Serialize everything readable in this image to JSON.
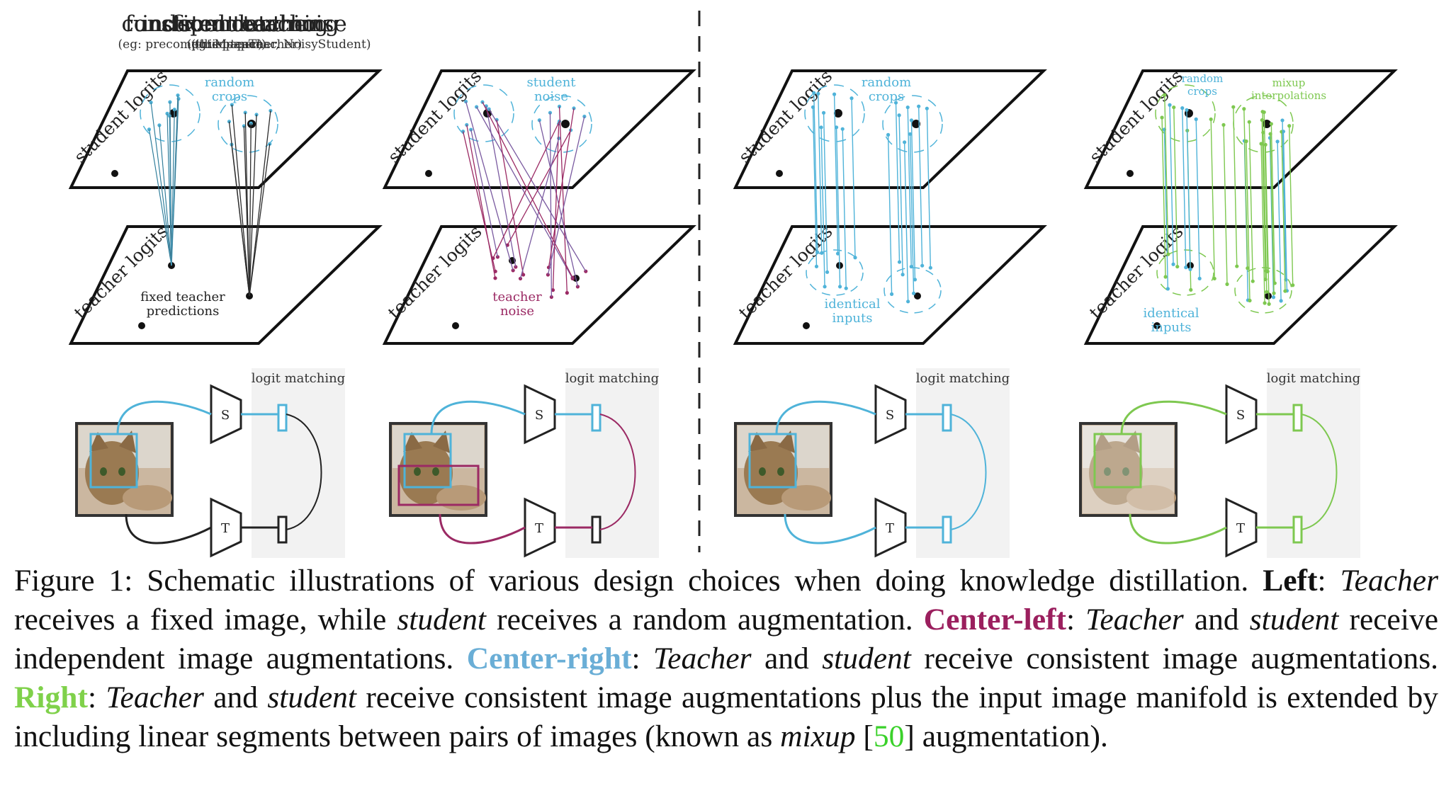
{
  "panels": [
    {
      "title": "fixed teacher",
      "subtitle": "(eg: precomputed teacher, NoisyStudent)",
      "student_axis": "student logits",
      "teacher_axis": "teacher logits",
      "student_note": "random\ncrops",
      "teacher_note": "fixed teacher\npredictions",
      "net_s": "S",
      "net_t": "T",
      "logit_label": "logit matching"
    },
    {
      "title": "independent noise",
      "subtitle": "(eg: MeanTeacher)",
      "student_axis": "student logits",
      "teacher_axis": "teacher logits",
      "student_note": "student\nnoise",
      "teacher_note": "teacher\nnoise",
      "net_s": "S",
      "net_t": "T",
      "logit_label": "logit matching"
    },
    {
      "title": "consistent teaching",
      "subtitle": "(this paper)",
      "student_axis": "student logits",
      "teacher_axis": "teacher logits",
      "student_note": "random\ncrops",
      "teacher_note": "identical\ninputs",
      "net_s": "S",
      "net_t": "T",
      "logit_label": "logit matching"
    },
    {
      "title": "function matching",
      "subtitle": "(this paper)",
      "student_axis": "student logits",
      "teacher_axis": "teacher logits",
      "student_note": "random\ncrops",
      "student_note2": "mixup\ninterpolations",
      "teacher_note": "identical\ninputs",
      "net_s": "S",
      "net_t": "T",
      "logit_label": "logit matching"
    }
  ],
  "colors": {
    "blue": "#4fb3d9",
    "purple": "#9b2a64",
    "green": "#7ec850",
    "black": "#111111",
    "caption_purple": "#9b1f5e",
    "caption_blue": "#6aaed6",
    "caption_green": "#7fd14a",
    "ref_green": "#3ad12a"
  },
  "caption": {
    "fig_label": "Figure 1:",
    "intro": "Schematic illustrations of various design choices when doing knowledge distillation.",
    "left_label": "Left",
    "left_teacher": "Teacher",
    "left_text1": "receives a fixed image, while",
    "left_student": "student",
    "left_text2": "receives a random augmentation.",
    "cl_label": "Center-left",
    "cl_teacher": "Teacher",
    "cl_and": "and",
    "cl_student": "student",
    "cl_text": "receive independent image augmentations.",
    "cr_label": "Center-right",
    "cr_teacher": "Teacher",
    "cr_and": "and",
    "cr_student": "student",
    "cr_text": "receive consistent image augmentations.",
    "r_label": "Right",
    "r_teacher": "Teacher",
    "r_and": "and",
    "r_student": "student",
    "r_text1": "receive consistent image augmentations plus the input image manifold is extended by including linear segments between pairs of images (known as",
    "r_mixup": "mixup",
    "r_ref": "50",
    "r_text2": "augmentation)."
  }
}
